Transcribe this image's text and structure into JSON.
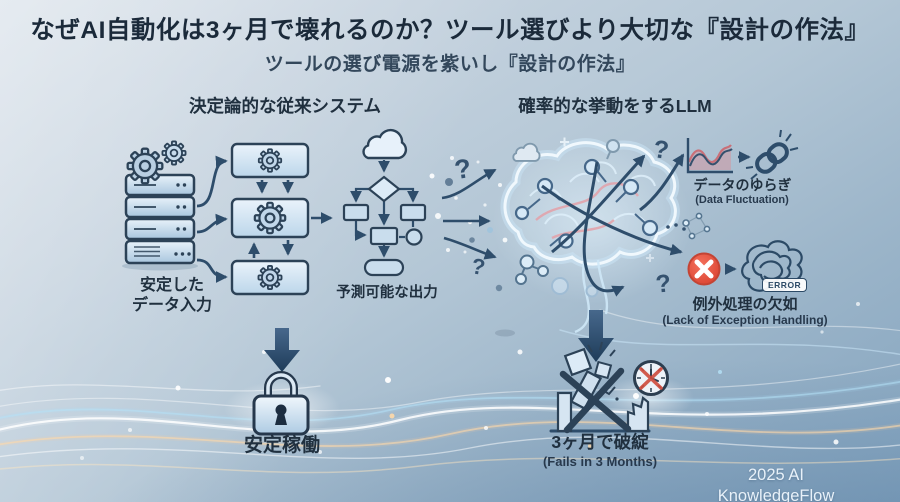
{
  "header": {
    "title": "なぜAI自動化は3ヶ月で壊れるのか？ツール選びより大切な『設計の作法』",
    "subtitle": "ツールの選び電源を紫いし『設計の作法』"
  },
  "left_section": {
    "heading": "決定論的な従来システム",
    "input_label_line1": "安定した",
    "input_label_line2": "データ入力",
    "output_label": "予測可能な出力",
    "result_label": "安定稼働"
  },
  "right_section": {
    "heading": "確率的な挙動をするLLM",
    "fluctuation": {
      "label": "データのゆらぎ",
      "sublabel": "(Data Fluctuation)"
    },
    "exception": {
      "label": "例外処理の欠如",
      "sublabel": "(Lack of Exception Handling)",
      "badge": "ERROR"
    },
    "result": {
      "label": "3ヶ月で破綻",
      "sublabel": "(Fails in 3 Months)"
    }
  },
  "decor": {
    "question_mark": "?"
  },
  "footer": {
    "credit": "2025 AI KnowledgeFlow"
  },
  "icons": [
    "server-stack",
    "gear",
    "process-box",
    "cloud",
    "flowchart",
    "lock",
    "down-arrow",
    "brain-network",
    "question-mark",
    "line-chart",
    "broken-chain",
    "error-cross",
    "tangle-scribble",
    "error-badge",
    "collapse-ruin",
    "broken-clock"
  ],
  "colors": {
    "title_text": "#1b2a3a",
    "icon_outline": "#2c4257",
    "arrow": "#2e4d6b",
    "icon_fill": "#cfe0ef",
    "error_red": "#e8523f",
    "pink_wave": "#d98f96",
    "brain_glow": "#d9eefb",
    "streak_warm": "#ffd9a8",
    "streak_cool": "#b5e2f8",
    "footer_text": "#e8f1f9"
  }
}
